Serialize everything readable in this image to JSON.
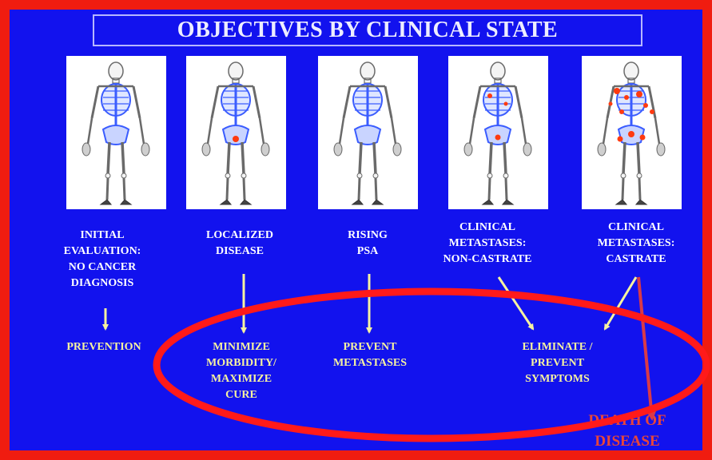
{
  "title": "OBJECTIVES BY CLINICAL STATE",
  "states": [
    {
      "lines": [
        "INITIAL",
        "EVALUATION:",
        "NO CANCER",
        "DIAGNOSIS"
      ]
    },
    {
      "lines": [
        "LOCALIZED",
        "DISEASE"
      ]
    },
    {
      "lines": [
        "RISING",
        "PSA"
      ]
    },
    {
      "lines": [
        "CLINICAL",
        "METASTASES:",
        "NON-CASTRATE"
      ]
    },
    {
      "lines": [
        "CLINICAL",
        "METASTASES:",
        "CASTRATE"
      ]
    }
  ],
  "objectives": [
    {
      "lines": [
        "PREVENTION"
      ]
    },
    {
      "lines": [
        "MINIMIZE",
        "MORBIDITY/",
        "MAXIMIZE",
        "CURE"
      ]
    },
    {
      "lines": [
        "PREVENT",
        "METASTASES"
      ]
    },
    {
      "lines": [
        "ELIMINATE /",
        "PREVENT",
        "SYMPTOMS"
      ]
    }
  ],
  "outcome": {
    "lines": [
      "DEATH OF",
      "DISEASE"
    ]
  },
  "colors": {
    "background": "#1212ee",
    "border": "#f01c10",
    "arrow": "#f6f2a0",
    "ellipse": "#ff1a1a",
    "death_arrow": "#d83a48",
    "lesion": "#ff3a10",
    "bone_highlight": "#3a5cff"
  },
  "icons": [
    "skeleton-figure",
    "skeleton-figure",
    "skeleton-figure",
    "skeleton-figure",
    "skeleton-figure"
  ]
}
